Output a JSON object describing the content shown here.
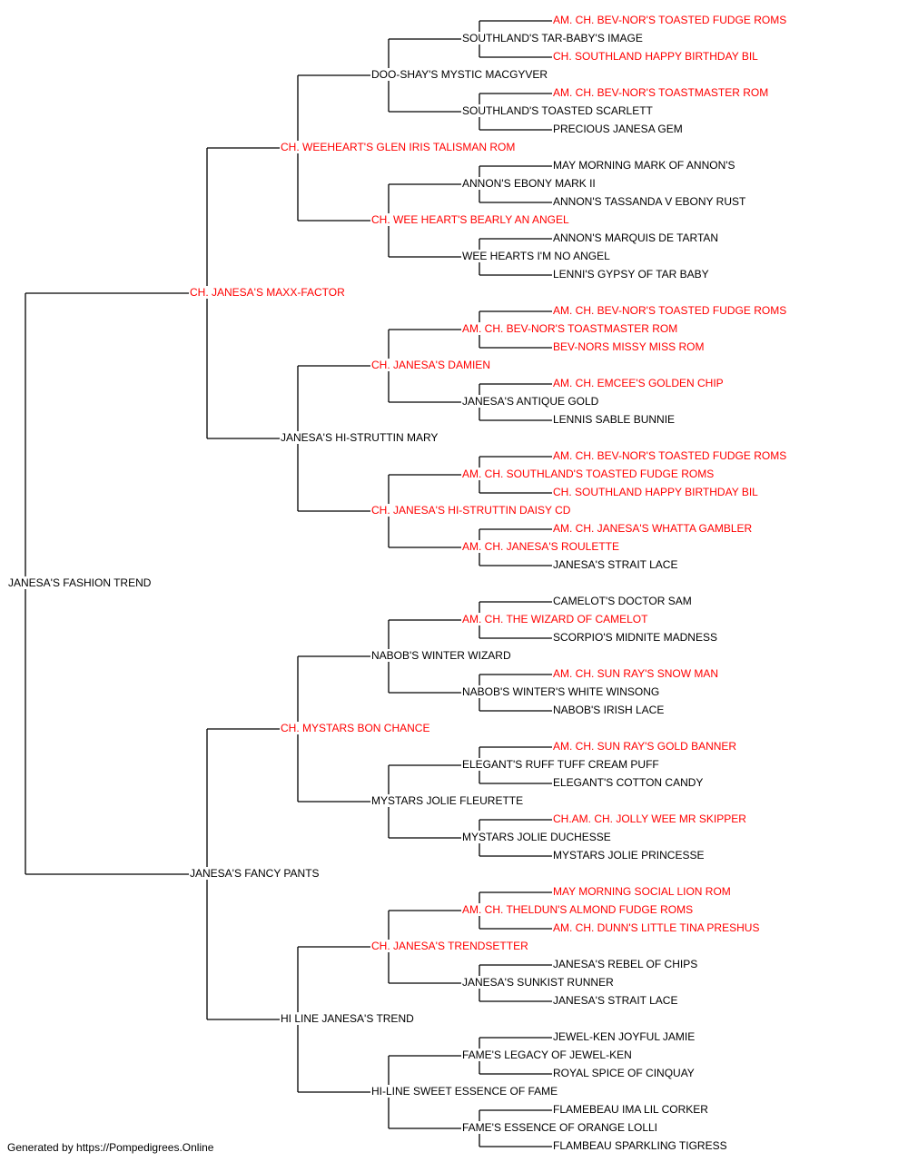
{
  "colors": {
    "champion": "#ff0000",
    "regular": "#000000",
    "line": "#000000"
  },
  "pedigree": {
    "subject": "JANESA'S FASHION TREND",
    "ancestors": [
      {
        "name": "CH. JANESA'S MAXX-FACTOR",
        "champion": true
      },
      {
        "name": "JANESA'S FANCY PANTS",
        "champion": false
      },
      {
        "name": "CH. WEEHEART'S GLEN IRIS TALISMAN ROM",
        "champion": true
      },
      {
        "name": "JANESA'S HI-STRUTTIN MARY",
        "champion": false
      },
      {
        "name": "CH. MYSTARS BON CHANCE",
        "champion": true
      },
      {
        "name": "HI LINE JANESA'S TREND",
        "champion": false
      },
      {
        "name": "DOO-SHAY'S MYSTIC MACGYVER",
        "champion": false
      },
      {
        "name": "CH. WEE HEART'S BEARLY AN ANGEL",
        "champion": true
      },
      {
        "name": "CH. JANESA'S DAMIEN",
        "champion": true
      },
      {
        "name": "CH. JANESA'S HI-STRUTTIN DAISY CD",
        "champion": true
      },
      {
        "name": "NABOB'S WINTER WIZARD",
        "champion": false
      },
      {
        "name": "MYSTARS JOLIE FLEURETTE",
        "champion": false
      },
      {
        "name": "CH. JANESA'S TRENDSETTER",
        "champion": true
      },
      {
        "name": "HI-LINE SWEET ESSENCE OF FAME",
        "champion": false
      },
      {
        "name": "SOUTHLAND'S TAR-BABY'S IMAGE",
        "champion": false
      },
      {
        "name": "SOUTHLAND'S TOASTED SCARLETT",
        "champion": false
      },
      {
        "name": "ANNON'S EBONY MARK II",
        "champion": false
      },
      {
        "name": "WEE HEARTS I'M NO ANGEL",
        "champion": false
      },
      {
        "name": "AM. CH. BEV-NOR'S TOASTMASTER ROM",
        "champion": true
      },
      {
        "name": "JANESA'S ANTIQUE GOLD",
        "champion": false
      },
      {
        "name": "AM. CH. SOUTHLAND'S TOASTED FUDGE ROMS",
        "champion": true
      },
      {
        "name": "AM. CH. JANESA'S ROULETTE",
        "champion": true
      },
      {
        "name": "AM. CH. THE WIZARD OF CAMELOT",
        "champion": true
      },
      {
        "name": "NABOB'S WINTER'S WHITE WINSONG",
        "champion": false
      },
      {
        "name": "ELEGANT'S RUFF TUFF CREAM PUFF",
        "champion": false
      },
      {
        "name": "MYSTARS JOLIE DUCHESSE",
        "champion": false
      },
      {
        "name": "AM. CH. THELDUN'S ALMOND FUDGE ROMS",
        "champion": true
      },
      {
        "name": "JANESA'S SUNKIST RUNNER",
        "champion": false
      },
      {
        "name": "FAME'S LEGACY OF JEWEL-KEN",
        "champion": false
      },
      {
        "name": "FAME'S ESSENCE OF ORANGE LOLLI",
        "champion": false
      },
      {
        "name": "AM. CH. BEV-NOR'S TOASTED FUDGE ROMS",
        "champion": true
      },
      {
        "name": "CH. SOUTHLAND HAPPY BIRTHDAY BIL",
        "champion": true
      },
      {
        "name": "AM. CH. BEV-NOR'S TOASTMASTER ROM",
        "champion": true
      },
      {
        "name": "PRECIOUS JANESA GEM",
        "champion": false
      },
      {
        "name": "MAY MORNING MARK OF ANNON'S",
        "champion": false
      },
      {
        "name": "ANNON'S TASSANDA V EBONY RUST",
        "champion": false
      },
      {
        "name": "ANNON'S MARQUIS DE TARTAN",
        "champion": false
      },
      {
        "name": "LENNI'S GYPSY OF TAR BABY",
        "champion": false
      },
      {
        "name": "AM. CH. BEV-NOR'S TOASTED FUDGE ROMS",
        "champion": true
      },
      {
        "name": "BEV-NORS MISSY MISS ROM",
        "champion": true
      },
      {
        "name": "AM. CH. EMCEE'S GOLDEN CHIP",
        "champion": true
      },
      {
        "name": "LENNIS SABLE BUNNIE",
        "champion": false
      },
      {
        "name": "AM. CH. BEV-NOR'S TOASTED FUDGE ROMS",
        "champion": true
      },
      {
        "name": "CH. SOUTHLAND HAPPY BIRTHDAY BIL",
        "champion": true
      },
      {
        "name": "AM. CH. JANESA'S WHATTA GAMBLER",
        "champion": true
      },
      {
        "name": "JANESA'S STRAIT LACE",
        "champion": false
      },
      {
        "name": "CAMELOT'S DOCTOR SAM",
        "champion": false
      },
      {
        "name": "SCORPIO'S MIDNITE MADNESS",
        "champion": false
      },
      {
        "name": "AM. CH. SUN RAY'S SNOW MAN",
        "champion": true
      },
      {
        "name": "NABOB'S IRISH LACE",
        "champion": false
      },
      {
        "name": "AM. CH. SUN RAY'S GOLD BANNER",
        "champion": true
      },
      {
        "name": "ELEGANT'S COTTON CANDY",
        "champion": false
      },
      {
        "name": "CH.AM. CH. JOLLY WEE MR SKIPPER",
        "champion": true
      },
      {
        "name": "MYSTARS JOLIE PRINCESSE",
        "champion": false
      },
      {
        "name": "MAY MORNING SOCIAL LION ROM",
        "champion": true
      },
      {
        "name": "AM. CH. DUNN'S LITTLE TINA PRESHUS",
        "champion": true
      },
      {
        "name": "JANESA'S REBEL OF CHIPS",
        "champion": false
      },
      {
        "name": "JANESA'S STRAIT LACE",
        "champion": false
      },
      {
        "name": "JEWEL-KEN JOYFUL JAMIE",
        "champion": false
      },
      {
        "name": "ROYAL SPICE OF CINQUAY",
        "champion": false
      },
      {
        "name": "FLAMEBEAU IMA LIL CORKER",
        "champion": false
      },
      {
        "name": "FLAMBEAU SPARKLING TIGRESS",
        "champion": false
      }
    ]
  },
  "footer": {
    "text": "Generated by https://Pompedigrees.Online"
  }
}
